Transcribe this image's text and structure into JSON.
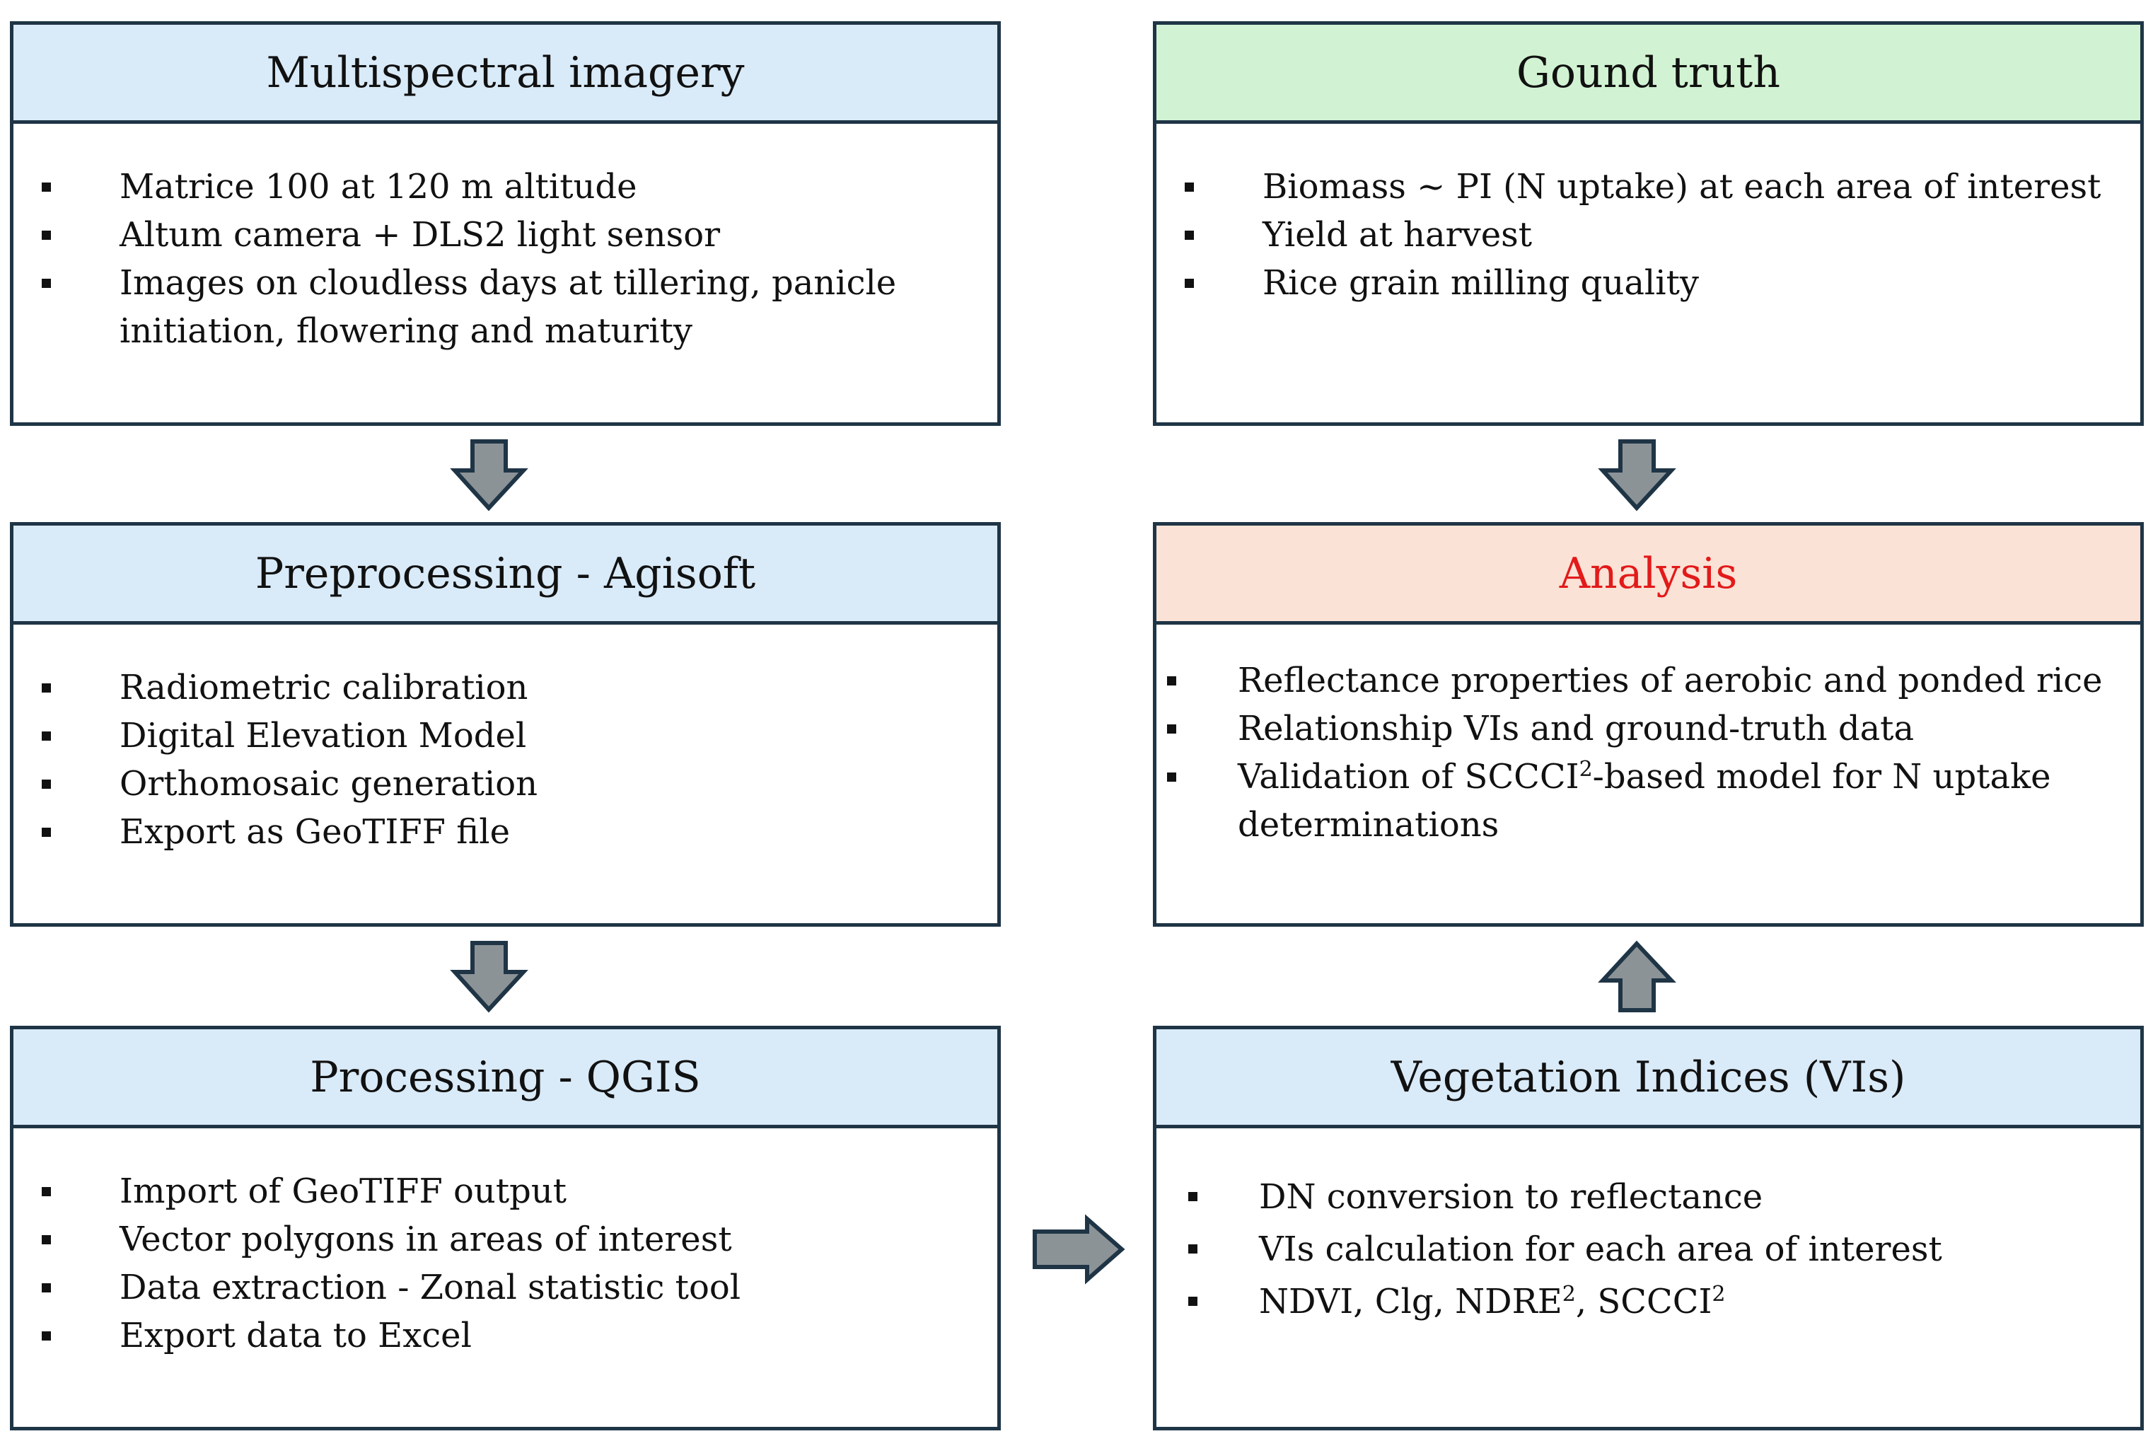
{
  "boxes": {
    "multispectral": {
      "title": "Multispectral imagery",
      "items": [
        "Matrice 100 at 120 m altitude",
        "Altum camera + DLS2 light sensor",
        "Images on cloudless days at tillering, panicle initiation, flowering and maturity"
      ]
    },
    "preprocessing": {
      "title": "Preprocessing  - Agisoft",
      "items": [
        "Radiometric calibration",
        "Digital Elevation Model",
        "Orthomosaic generation",
        "Export as GeoTIFF file"
      ]
    },
    "processing": {
      "title": "Processing  - QGIS",
      "items": [
        "Import of GeoTIFF output",
        "Vector polygons in areas of interest",
        "Data extraction - Zonal statistic tool",
        "Export data to Excel"
      ]
    },
    "ground_truth": {
      "title": "Gound truth",
      "items": [
        "Biomass ~ PI (N uptake) at each area of interest",
        "Yield at harvest",
        "Rice grain milling quality"
      ]
    },
    "analysis": {
      "title": "Analysis",
      "items": [
        "Reflectance properties of aerobic and ponded rice",
        "Relationship VIs and ground-truth data",
        "Validation of SCCCI",
        "-based model for N uptake determinations"
      ],
      "sup": "2"
    },
    "vegetation": {
      "title": "Vegetation Indices (VIs)",
      "items": [
        "DN conversion  to reflectance",
        "VIs calculation for each area of interest",
        "NDVI, Clg, NDRE",
        ", SCCCI"
      ],
      "sup1": "2",
      "sup2": "2"
    }
  },
  "colors": {
    "border": "#1f3546",
    "arrow_fill": "#8c9397",
    "header_blue": "#d9eaf8",
    "header_green": "#d2f3d3",
    "header_red": "#fbe2d6",
    "analysis_title": "#e21a1a"
  }
}
